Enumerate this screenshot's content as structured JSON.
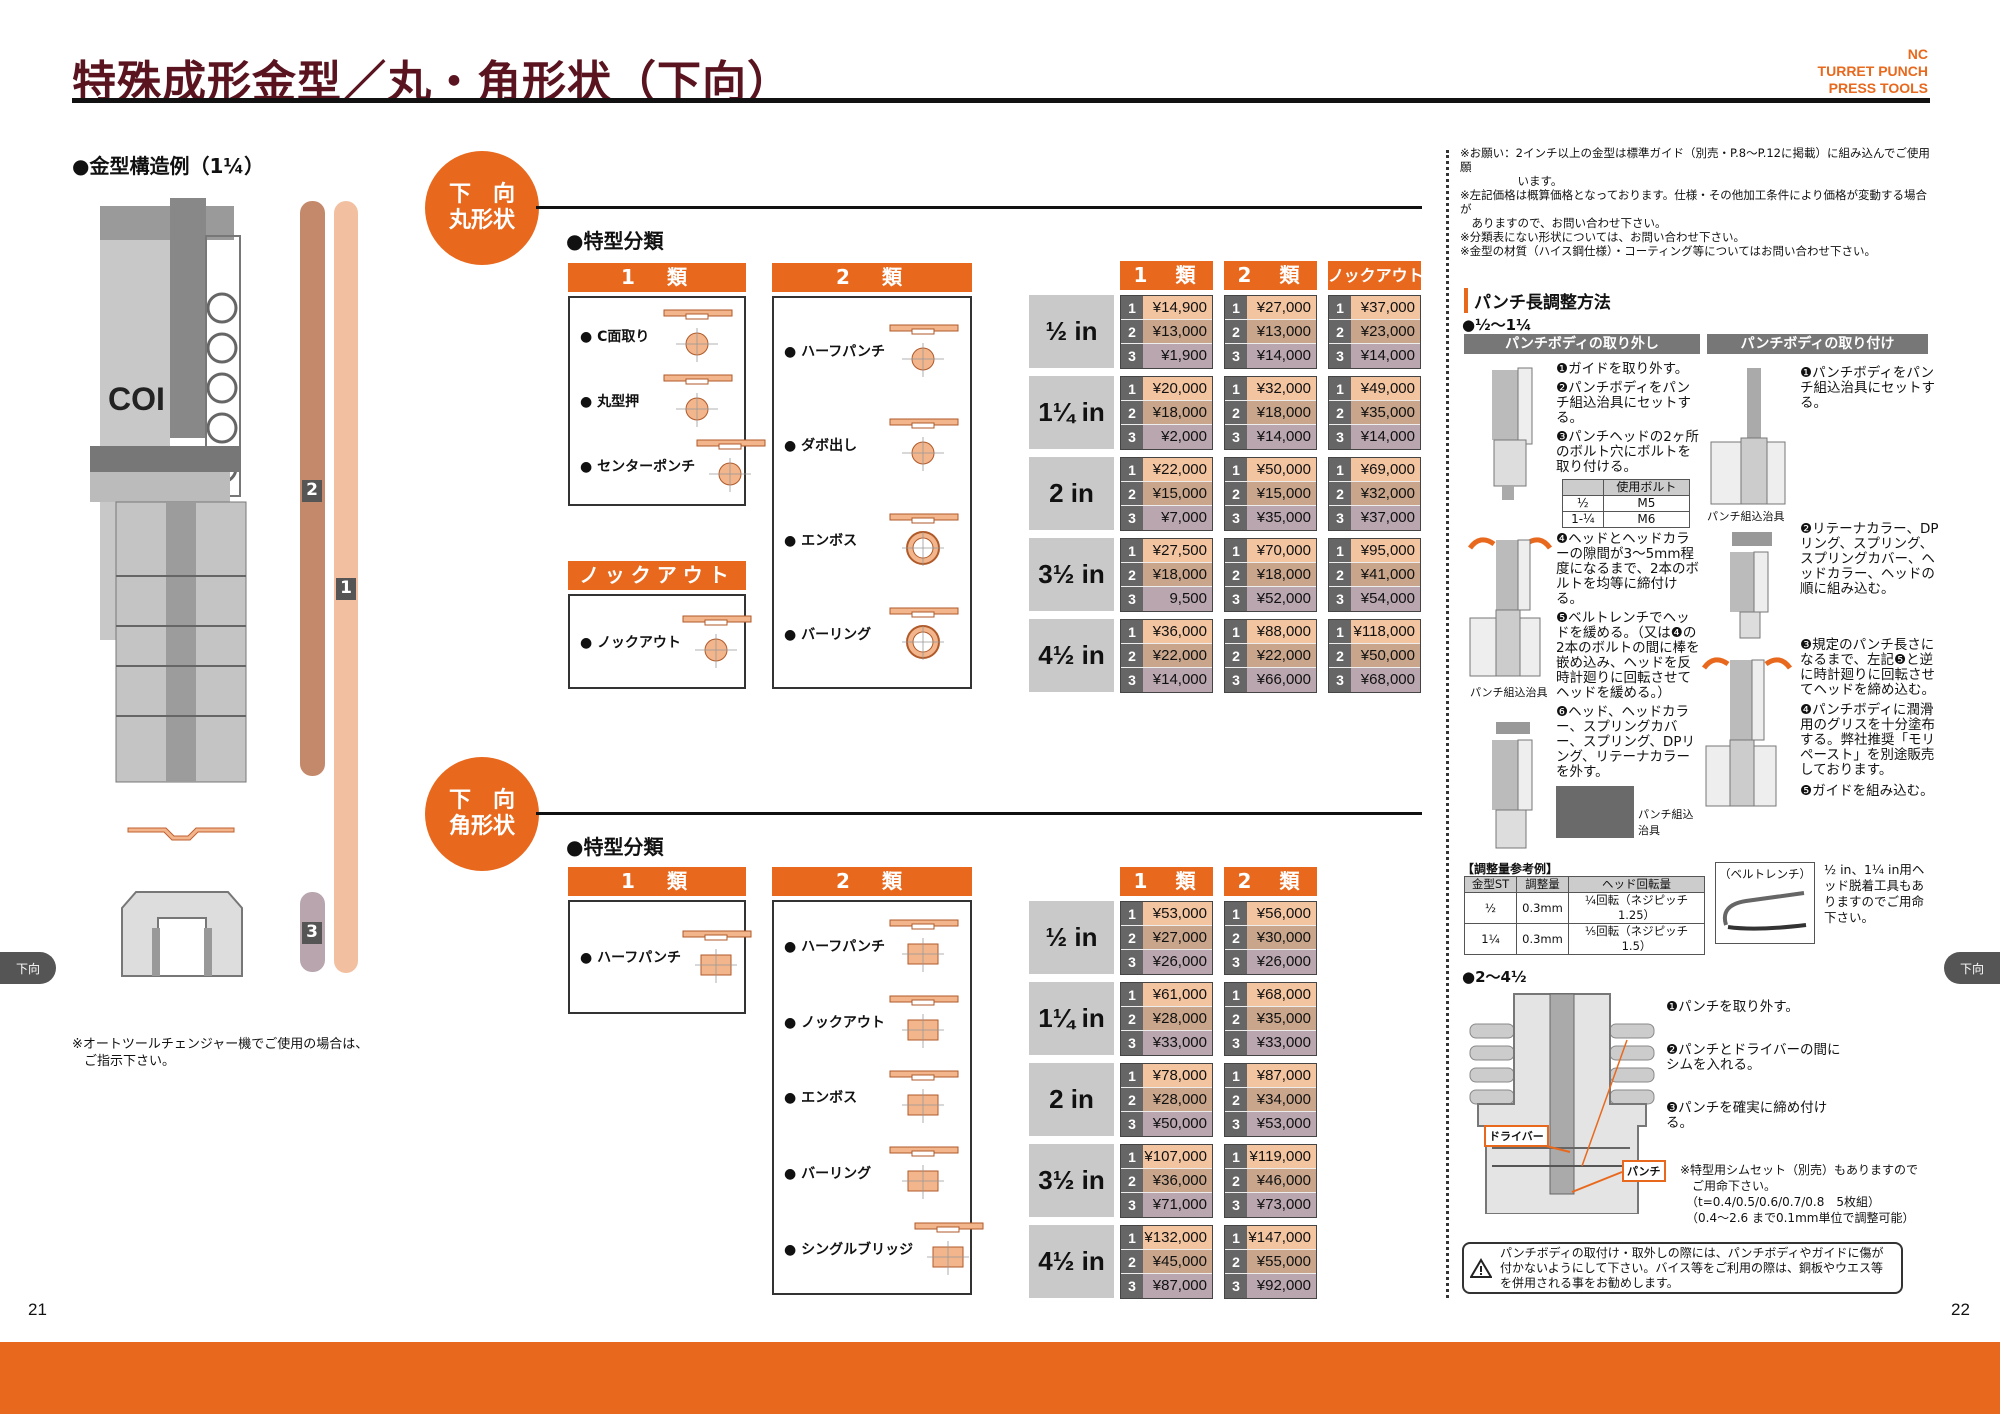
{
  "header": {
    "title": "特殊成形金型／丸・角形状（下向）",
    "brand": [
      "NC",
      "TURRET PUNCH",
      "PRESS TOOLS"
    ]
  },
  "left": {
    "structure_heading": "●金型構造例（1¼）",
    "die_label": "COI",
    "bar_labels": [
      "2",
      "1",
      "3"
    ],
    "atc_note": [
      "※オートツールチェンジャー機でご使用の場合は、",
      "ご指示下さい。"
    ]
  },
  "side_tab": "下向",
  "page_numbers": {
    "left": "21",
    "right": "22"
  },
  "sections": [
    {
      "badge": [
        "下　向",
        "丸形状"
      ],
      "heading": "●特型分類",
      "class_boxes": [
        {
          "header": "1　類",
          "items": [
            {
              "label": "C面取り",
              "icon": "chamfer-icon"
            },
            {
              "label": "丸型押",
              "icon": "round-press-icon"
            },
            {
              "label": "センターポンチ",
              "icon": "center-punch-icon"
            }
          ]
        },
        {
          "header": "ノックアウト",
          "items": [
            {
              "label": "ノックアウト",
              "icon": "knockout-icon"
            }
          ]
        },
        {
          "header": "2　類",
          "items": [
            {
              "label": "ハーフパンチ",
              "icon": "half-punch-icon"
            },
            {
              "label": "ダボ出し",
              "icon": "dowel-icon"
            },
            {
              "label": "エンボス",
              "icon": "emboss-icon"
            },
            {
              "label": "バーリング",
              "icon": "burring-icon"
            }
          ]
        }
      ],
      "price_headers": [
        "1　類",
        "2　類",
        "ノックアウト"
      ],
      "prices": [
        {
          "size": "½ in",
          "cols": [
            [
              "¥14,900",
              "¥13,000",
              "¥1,900"
            ],
            [
              "¥27,000",
              "¥13,000",
              "¥14,000"
            ],
            [
              "¥37,000",
              "¥23,000",
              "¥14,000"
            ]
          ]
        },
        {
          "size": "1¼ in",
          "cols": [
            [
              "¥20,000",
              "¥18,000",
              "¥2,000"
            ],
            [
              "¥32,000",
              "¥18,000",
              "¥14,000"
            ],
            [
              "¥49,000",
              "¥35,000",
              "¥14,000"
            ]
          ]
        },
        {
          "size": "2 in",
          "cols": [
            [
              "¥22,000",
              "¥15,000",
              "¥7,000"
            ],
            [
              "¥50,000",
              "¥15,000",
              "¥35,000"
            ],
            [
              "¥69,000",
              "¥32,000",
              "¥37,000"
            ]
          ]
        },
        {
          "size": "3½ in",
          "cols": [
            [
              "¥27,500",
              "¥18,000",
              "9,500"
            ],
            [
              "¥70,000",
              "¥18,000",
              "¥52,000"
            ],
            [
              "¥95,000",
              "¥41,000",
              "¥54,000"
            ]
          ]
        },
        {
          "size": "4½ in",
          "cols": [
            [
              "¥36,000",
              "¥22,000",
              "¥14,000"
            ],
            [
              "¥88,000",
              "¥22,000",
              "¥66,000"
            ],
            [
              "¥118,000",
              "¥50,000",
              "¥68,000"
            ]
          ]
        }
      ]
    },
    {
      "badge": [
        "下　向",
        "角形状"
      ],
      "heading": "●特型分類",
      "class_boxes": [
        {
          "header": "1　類",
          "items": [
            {
              "label": "ハーフパンチ",
              "icon": "square-half-punch-icon"
            }
          ]
        },
        {
          "header": "2　類",
          "items": [
            {
              "label": "ハーフパンチ",
              "icon": "square-half-punch-icon"
            },
            {
              "label": "ノックアウト",
              "icon": "square-knockout-icon"
            },
            {
              "label": "エンボス",
              "icon": "square-emboss-icon"
            },
            {
              "label": "バーリング",
              "icon": "oval-burring-icon"
            },
            {
              "label": "シングルブリッジ",
              "icon": "single-bridge-icon"
            }
          ]
        }
      ],
      "price_headers": [
        "1　類",
        "2　類"
      ],
      "prices": [
        {
          "size": "½ in",
          "cols": [
            [
              "¥53,000",
              "¥27,000",
              "¥26,000"
            ],
            [
              "¥56,000",
              "¥30,000",
              "¥26,000"
            ]
          ]
        },
        {
          "size": "1¼ in",
          "cols": [
            [
              "¥61,000",
              "¥28,000",
              "¥33,000"
            ],
            [
              "¥68,000",
              "¥35,000",
              "¥33,000"
            ]
          ]
        },
        {
          "size": "2 in",
          "cols": [
            [
              "¥78,000",
              "¥28,000",
              "¥50,000"
            ],
            [
              "¥87,000",
              "¥34,000",
              "¥53,000"
            ]
          ]
        },
        {
          "size": "3½ in",
          "cols": [
            [
              "¥107,000",
              "¥36,000",
              "¥71,000"
            ],
            [
              "¥119,000",
              "¥46,000",
              "¥73,000"
            ]
          ]
        },
        {
          "size": "4½ in",
          "cols": [
            [
              "¥132,000",
              "¥45,000",
              "¥87,000"
            ],
            [
              "¥147,000",
              "¥55,000",
              "¥92,000"
            ]
          ]
        }
      ]
    }
  ],
  "right": {
    "notes": [
      "※お願い：2インチ以上の金型は標準ガイド（別売・P.8〜P.12に掲載）に組み込んでご使用願",
      "　　　　　います。",
      "※左記価格は概算価格となっております。仕様・その他加工条件により価格が変動する場合が",
      "　ありますので、お問い合わせ下さい。",
      "※分類表にない形状については、お問い合わせ下さい。",
      "※金型の材質（ハイス鋼仕様）・コーティング等についてはお問い合わせ下さい。"
    ],
    "adjust_heading": "パンチ長調整方法",
    "small_heading": "●½〜1¼",
    "removal_header": "パンチボディの取り外し",
    "install_header": "パンチボディの取り付け",
    "removal_steps": [
      "❶ガイドを取り外す。",
      "❷パンチボディをパンチ組込治具にセットする。",
      "❸パンチヘッドの2ヶ所のボルト穴にボルトを取り付ける。",
      "❹ヘッドとヘッドカラーの隙間が3〜5mm程度になるまで、2本のボルトを均等に締付ける。",
      "❺ベルトレンチでヘッドを緩める。（又は❹の2本のボルトの間に棒を嵌め込み、ヘッドを反時計廻りに回転させてヘッドを緩める。）",
      "❻ヘッド、ヘッドカラー、スプリングカバー、スプリング、DPリング、リテーナカラーを外す。"
    ],
    "install_steps": [
      "❶パンチボディをパンチ組込治具にセットする。",
      "❷リテーナカラー、DPリング、スプリング、スプリングカバー、ヘッドカラー、ヘッドの順に組み込む。",
      "❸規定のパンチ長さになるまで、左記❺と逆に時計廻りに回転させてヘッドを締め込む。",
      "❹パンチボディに潤滑用のグリスを十分塗布する。弊社推奨「モリペースト」を別途販売しております。",
      "❺ガイドを組み込む。"
    ],
    "bolt_table": {
      "header": "使用ボルト",
      "rows": [
        [
          "½",
          "M5"
        ],
        [
          "1-¼",
          "M6"
        ]
      ]
    },
    "jig_caption": "パンチ組込治具",
    "photo_caption": "パンチ組込治具",
    "adjust_table": {
      "title": "【調整量参考例】",
      "headers": [
        "金型ST",
        "調整量",
        "ヘッド回転量"
      ],
      "rows": [
        [
          "½",
          "0.3mm",
          "¼回転（ネジピッチ1.25）"
        ],
        [
          "1¼",
          "0.3mm",
          "⅕回転（ネジピッチ1.5）"
        ]
      ]
    },
    "wrench_label": "（ベルトレンチ）",
    "wrench_note": "½ in、1¼ in用ヘッド脱着工具もありますのでご用命下さい。",
    "large_heading": "●2〜4½",
    "large_steps": [
      "❶パンチを取り外す。",
      "❷パンチとドライバーの間にシムを入れる。",
      "❸パンチを確実に締め付ける。"
    ],
    "driver_label": "ドライバー",
    "punch_label": "パンチ",
    "shim_note": [
      "※特型用シムセット（別売）もありますので",
      "　ご用命下さい。",
      "　（t=0.4/0.5/0.6/0.7/0.8　5枚組）",
      "　（0.4〜2.6 まで0.1mm単位で調整可能）"
    ],
    "warning": "パンチボディの取付け・取外しの際には、パンチボディやガイドに傷が付かないようにして下さい。バイス等をご利用の際は、銅板やウエス等を併用される事をお勧めします。"
  },
  "colors": {
    "orange": "#e8691e",
    "title": "#5a1420",
    "row1": "#f3c4a0",
    "row2": "#c9a68b",
    "row3": "#b9a6ae"
  }
}
